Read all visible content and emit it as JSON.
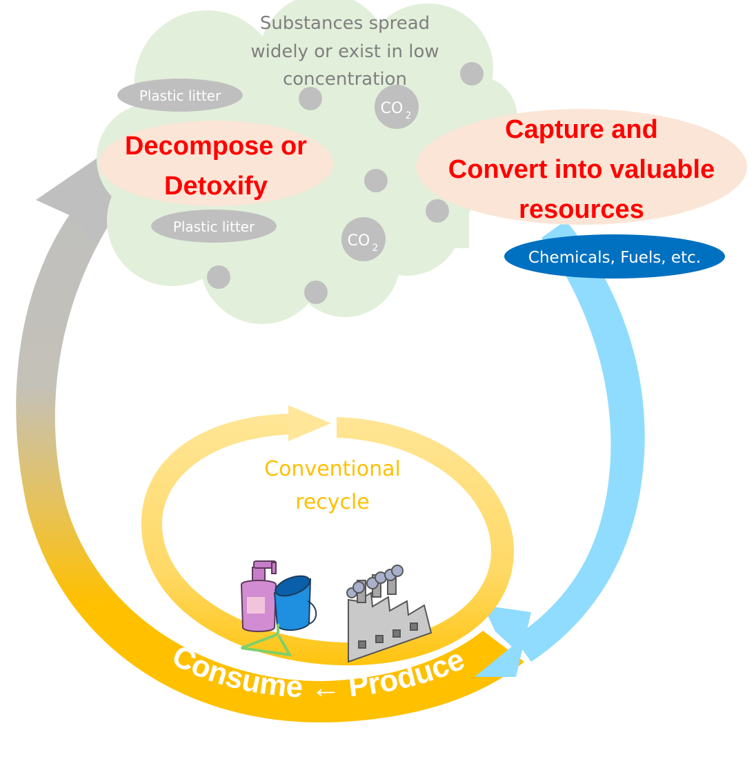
{
  "cloud": {
    "caption_lines": [
      "Substances spread",
      "widely or exist in low",
      "concentration"
    ],
    "litter_top": "Plastic litter",
    "litter_bottom": "Plastic litter",
    "co2_base": "CO",
    "co2_sub": "2"
  },
  "left_process": {
    "lines": [
      "Decompose or",
      "Detoxify"
    ]
  },
  "right_process": {
    "lines": [
      "Capture and",
      "Convert into valuable",
      "resources"
    ],
    "products_badge": "Chemicals, Fuels, etc."
  },
  "inner_loop": {
    "lines": [
      "Conventional",
      "recycle"
    ]
  },
  "bottom_arc_label": "Consume ← Produce",
  "icons": [
    "pump-bottle-icon",
    "bucket-icon",
    "hanger-icon",
    "factory-icon"
  ],
  "colors": {
    "cloud_fill": "#e2efda",
    "gray_dots": "#bfbfbf",
    "pill_gray": "#bfbfbf",
    "peach": "#fbe5d6",
    "red_text": "#ff0000",
    "blue_badge": "#0070c0",
    "light_blue_arrow": "#8fdcff",
    "gold": "#ffc000",
    "pale_gold": "#ffe699",
    "gray_arrow": "#bfbfbf"
  }
}
